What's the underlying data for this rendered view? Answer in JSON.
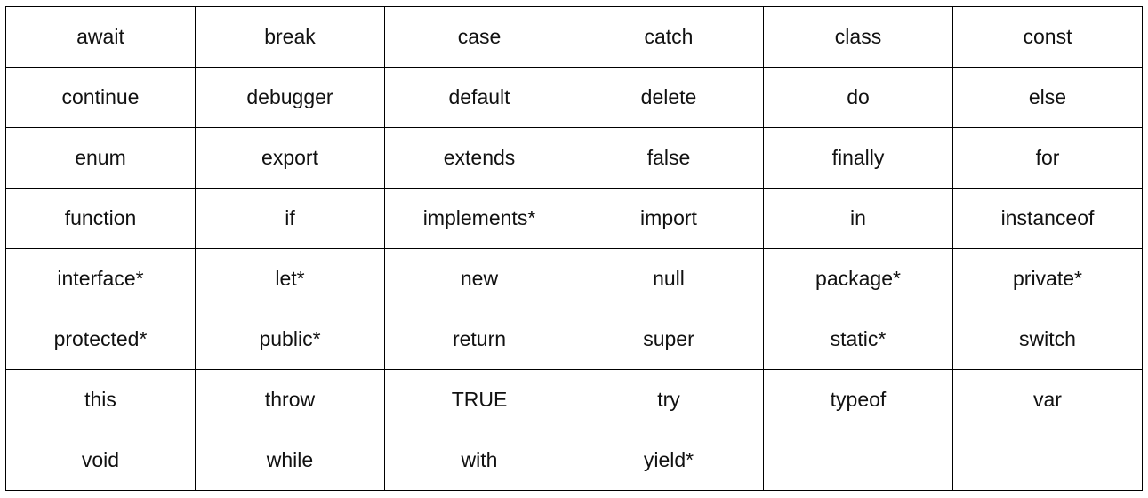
{
  "table": {
    "rows": [
      [
        "await",
        "break",
        "case",
        "catch",
        "class",
        "const"
      ],
      [
        "continue",
        "debugger",
        "default",
        "delete",
        "do",
        "else"
      ],
      [
        "enum",
        "export",
        "extends",
        "false",
        "finally",
        "for"
      ],
      [
        "function",
        "if",
        "implements*",
        "import",
        "in",
        "instanceof"
      ],
      [
        "interface*",
        "let*",
        "new",
        "null",
        "package*",
        "private*"
      ],
      [
        "protected*",
        "public*",
        "return",
        "super",
        "static*",
        "switch"
      ],
      [
        "this",
        "throw",
        "TRUE",
        "try",
        "typeof",
        "var"
      ],
      [
        "void",
        "while",
        "with",
        "yield*",
        "",
        ""
      ]
    ]
  }
}
